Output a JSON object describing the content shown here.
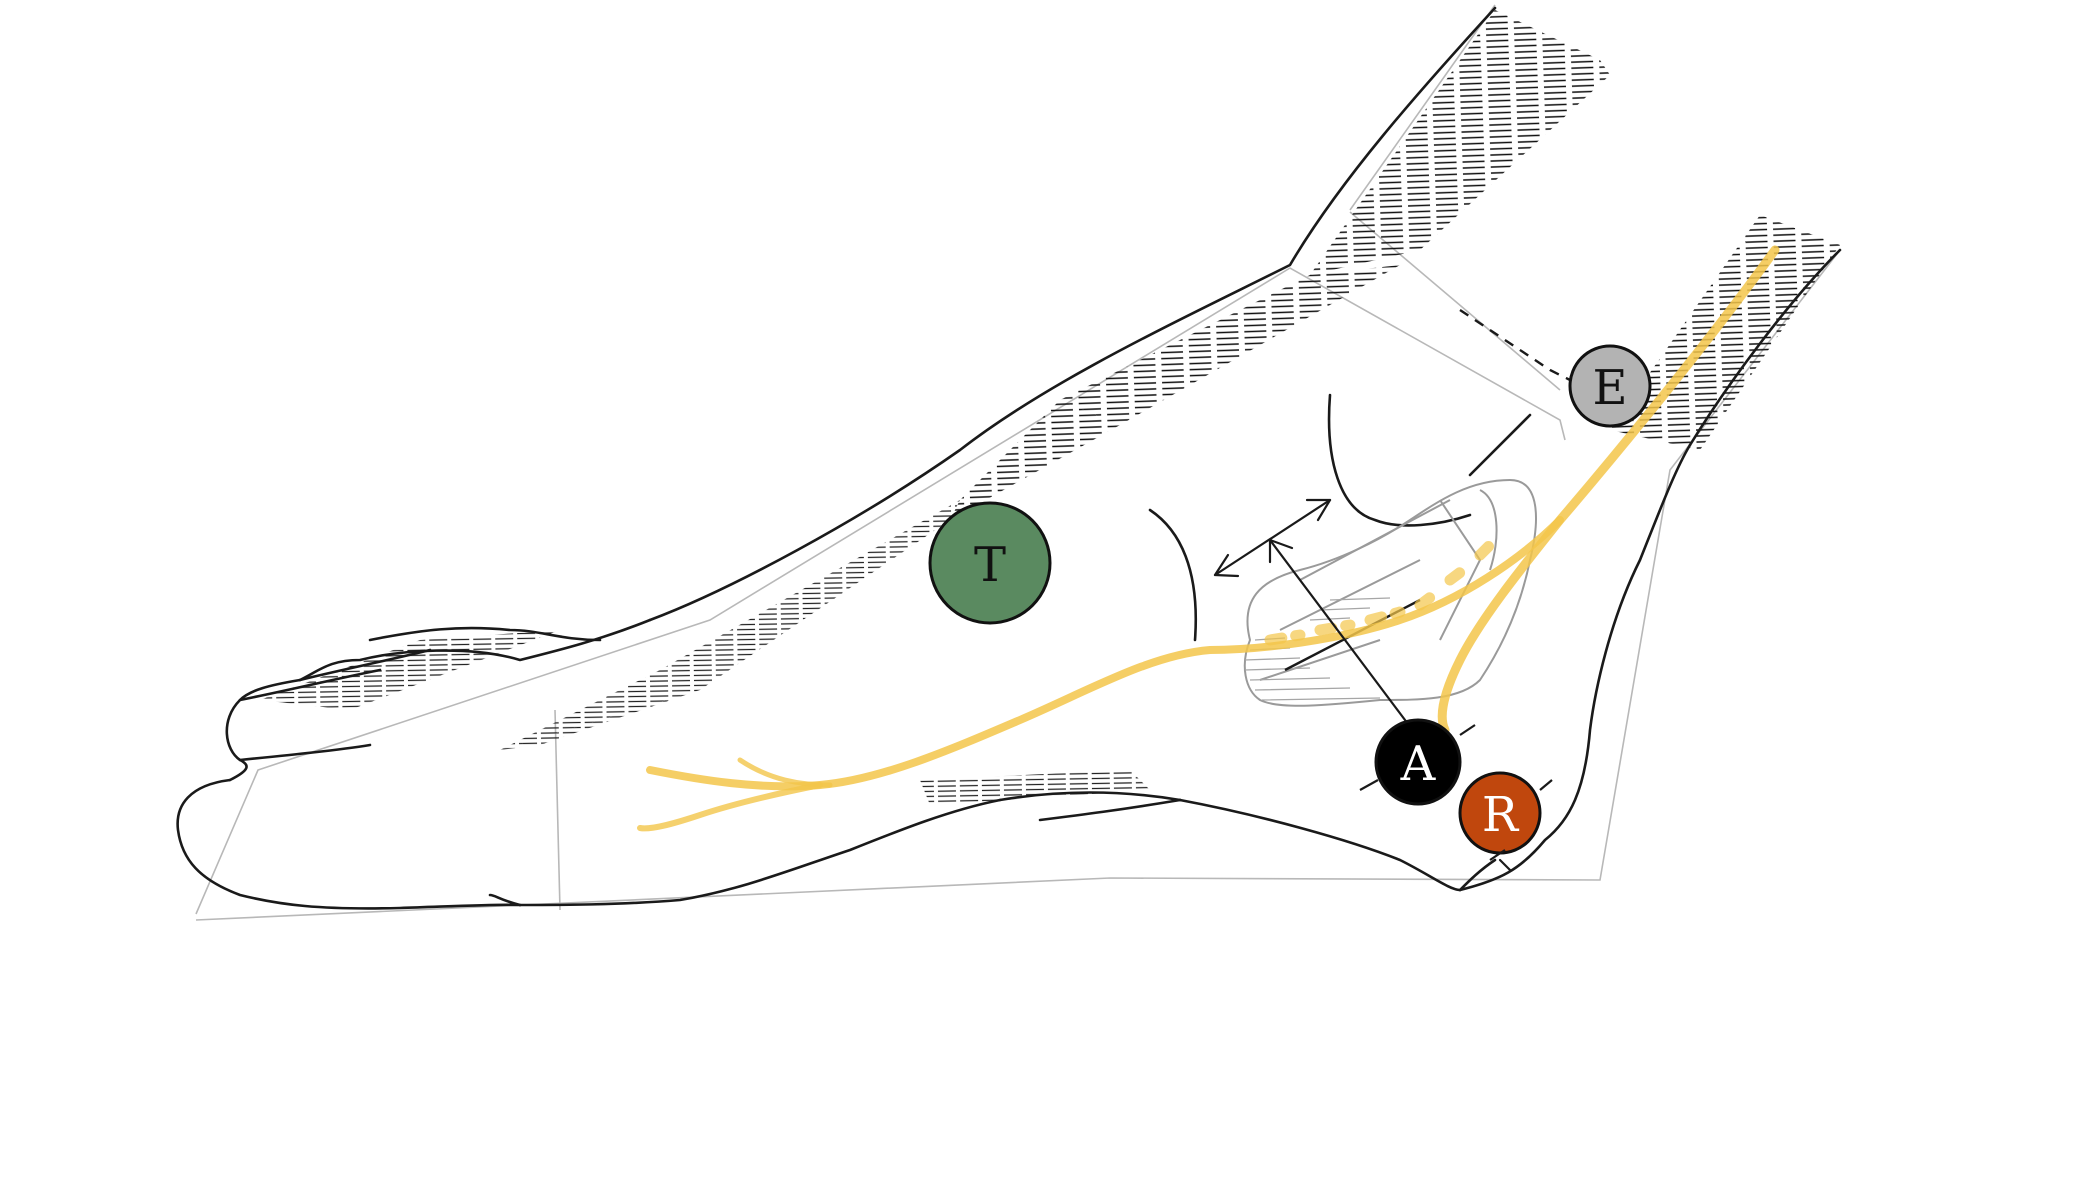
{
  "diagram": {
    "subject": "foot-lateral-sketch",
    "markers": [
      {
        "id": "T",
        "label": "T",
        "fill": "#5a8a60",
        "text_color": "#111111"
      },
      {
        "id": "E",
        "label": "E",
        "fill": "#b3b3b3",
        "text_color": "#111111"
      },
      {
        "id": "A",
        "label": "A",
        "fill": "#000000",
        "text_color": "#ffffff"
      },
      {
        "id": "R",
        "label": "R",
        "fill": "#c0470d",
        "text_color": "#ffffff"
      }
    ],
    "colors": {
      "background": "#ffffff",
      "line": "#1a1a1a",
      "light_line": "#b8b8b8",
      "nerve": "#f3c64a"
    }
  }
}
